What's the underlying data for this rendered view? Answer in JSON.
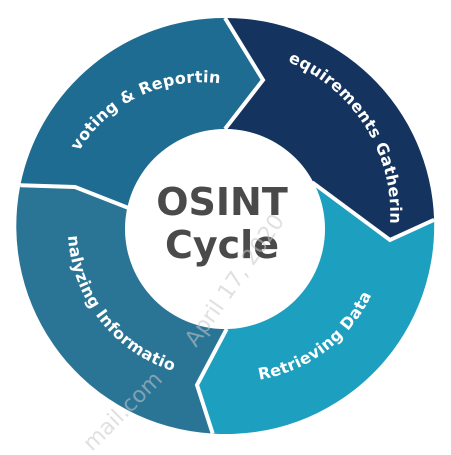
{
  "center": {
    "line1": "OSINT",
    "line2": "Cycle"
  },
  "segments": [
    {
      "label": "Pivoting & Reporting",
      "color": "#1f6c92"
    },
    {
      "label": "Requirements Gathering",
      "color": "#14345f"
    },
    {
      "label": "Retrieving Data",
      "color": "#1d9fc0"
    },
    {
      "label": "Analyzing Information",
      "color": "#2a7596"
    }
  ],
  "watermark": {
    "left_text": "mail.com",
    "right_text": "April 17, 2020"
  }
}
